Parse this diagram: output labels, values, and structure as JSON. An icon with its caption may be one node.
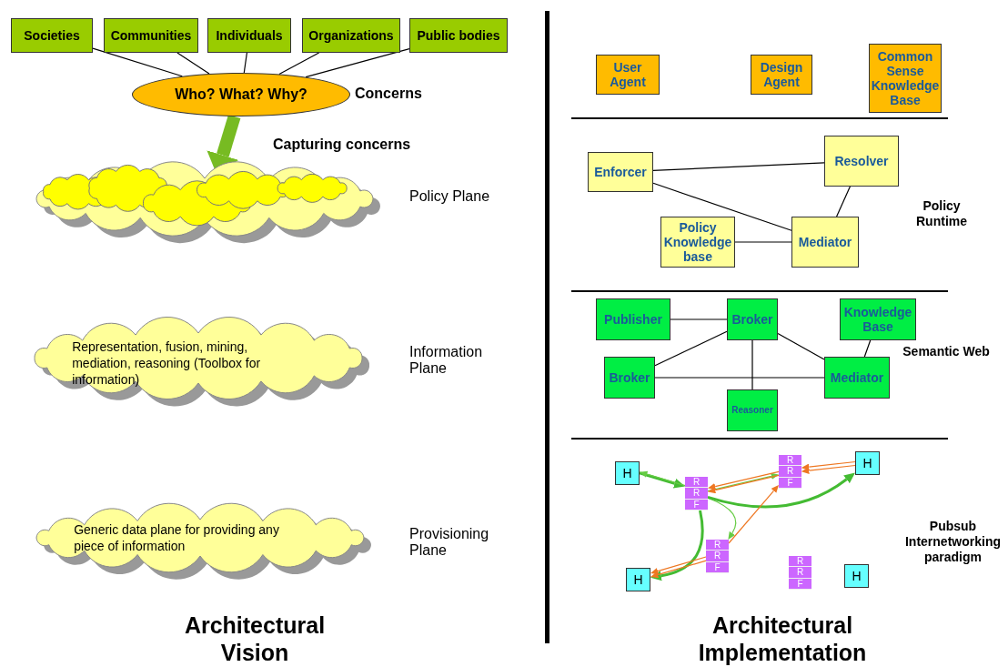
{
  "diagram": {
    "nodes": [
      {
        "text": [
          "Societies"
        ]
      },
      {
        "text": [
          "Communities"
        ]
      },
      {
        "text": [
          "Individuals"
        ]
      },
      {
        "text": [
          "Organizations"
        ]
      },
      {
        "text": [
          "Public bodies"
        ]
      },
      {
        "text": [
          "Who? What? Why?"
        ],
        "beside": [
          "Concerns"
        ]
      },
      {
        "text": [],
        "shape": "cloud",
        "beside": [
          "Policy Plane"
        ]
      },
      {
        "text": [
          "Representation, fusion, mining, mediation, reasoning (Toolbox for information)"
        ],
        "beside": [
          "Information Plane"
        ]
      },
      {
        "text": [
          "Generic data plane for providing any piece of information"
        ],
        "beside": [
          "Provisioning Plane"
        ]
      },
      {
        "text": [
          "User Agent"
        ]
      },
      {
        "text": [
          "Design Agent"
        ]
      },
      {
        "text": [
          "Common Sense Knowledge Base"
        ]
      },
      {
        "text": [
          "Enforcer"
        ]
      },
      {
        "text": [
          "Resolver"
        ]
      },
      {
        "text": [
          "Policy Knowledge base"
        ]
      },
      {
        "text": [
          "Mediator"
        ]
      },
      {
        "text": [
          "Publisher"
        ]
      },
      {
        "text": [
          "Broker"
        ]
      },
      {
        "text": [
          "Knowledge Base"
        ]
      },
      {
        "text": [
          "Broker"
        ]
      },
      {
        "text": [
          "Mediator"
        ]
      },
      {
        "text": [
          "Reasoner"
        ]
      },
      {
        "text": [
          "H"
        ]
      },
      {
        "text": [
          "R",
          "R",
          "F"
        ]
      },
      {
        "text": [
          "R",
          "R",
          "F"
        ]
      },
      {
        "text": [
          "H"
        ]
      },
      {
        "text": [
          "R",
          "R",
          "F"
        ]
      },
      {
        "text": [
          "H"
        ]
      },
      {
        "text": [
          "R",
          "R",
          "F"
        ]
      },
      {
        "text": [
          "H"
        ]
      }
    ],
    "edges": [
      {
        "from": 0,
        "to": 5,
        "arrow": "none"
      },
      {
        "from": 1,
        "to": 5,
        "arrow": "none"
      },
      {
        "from": 2,
        "to": 5,
        "arrow": "none"
      },
      {
        "from": 3,
        "to": 5,
        "arrow": "none"
      },
      {
        "from": 4,
        "to": 5,
        "arrow": "none"
      },
      {
        "from": 5,
        "to": 6,
        "arrow": "to",
        "label": "Capturing concerns",
        "style": "thick",
        "color": "#77bb22"
      },
      {
        "from": 12,
        "to": 13,
        "arrow": "none"
      },
      {
        "from": 12,
        "to": 15,
        "arrow": "none"
      },
      {
        "from": 13,
        "to": 15,
        "arrow": "none"
      },
      {
        "from": 14,
        "to": 15,
        "arrow": "none"
      },
      {
        "from": 16,
        "to": 17,
        "arrow": "none"
      },
      {
        "from": 17,
        "to": 19,
        "arrow": "none"
      },
      {
        "from": 17,
        "to": 20,
        "arrow": "none"
      },
      {
        "from": 18,
        "to": 20,
        "arrow": "none"
      },
      {
        "from": 17,
        "to": 21,
        "arrow": "none"
      },
      {
        "from": 19,
        "to": 20,
        "arrow": "none"
      },
      {
        "from": 22,
        "to": 23,
        "arrow": "to",
        "style": "thick",
        "color": "#44bb33"
      },
      {
        "from": 23,
        "to": 22,
        "arrow": "to",
        "color": "#66cc44"
      },
      {
        "from": 23,
        "to": 24,
        "arrow": "to",
        "color": "#66cc44"
      },
      {
        "from": 23,
        "to": 26,
        "arrow": "to",
        "color": "#66cc44"
      },
      {
        "from": 23,
        "to": 25,
        "arrow": "to",
        "style": "thick",
        "color": "#44bb33"
      },
      {
        "from": 23,
        "to": 27,
        "arrow": "to",
        "style": "thick",
        "color": "#44bb33"
      },
      {
        "from": 24,
        "to": 23,
        "arrow": "to",
        "color": "#ee7722"
      },
      {
        "from": 24,
        "to": 23,
        "arrow": "to",
        "color": "#ee7722"
      },
      {
        "from": 25,
        "to": 24,
        "arrow": "to",
        "color": "#ee7722"
      },
      {
        "from": 25,
        "to": 24,
        "arrow": "to",
        "color": "#ee7722"
      },
      {
        "from": 26,
        "to": 24,
        "arrow": "to",
        "color": "#ee7722"
      },
      {
        "from": 26,
        "to": 27,
        "arrow": "to",
        "color": "#ee7722"
      },
      {
        "from": 26,
        "to": 27,
        "arrow": "to",
        "color": "#ee7722"
      }
    ],
    "labels": [
      "Policy Runtime",
      "Semantic Web",
      "Pubsub Internetworking paradigm",
      "Architectural Vision",
      "Architectural Implementation"
    ]
  }
}
